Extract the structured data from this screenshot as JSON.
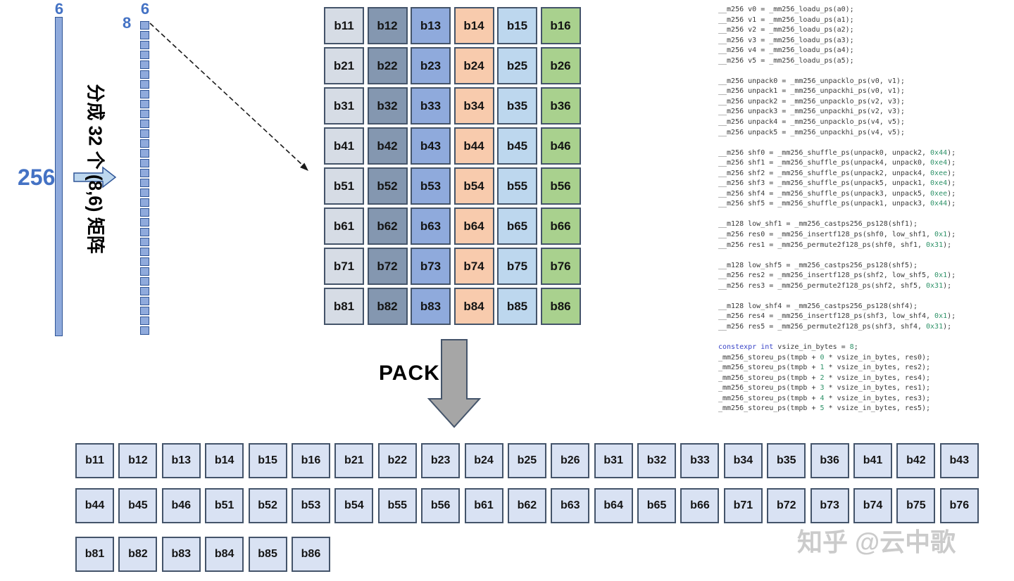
{
  "left_panel": {
    "bar_top_label": "6",
    "bar_side_label": "256",
    "split_caption": "分成 32 个 (8,6) 矩阵",
    "column_top_label": "6",
    "column_side_label": "8",
    "square_count": 32
  },
  "matrix": {
    "rows": 8,
    "cols": 6,
    "cells": [
      [
        "b11",
        "b12",
        "b13",
        "b14",
        "b15",
        "b16"
      ],
      [
        "b21",
        "b22",
        "b23",
        "b24",
        "b25",
        "b26"
      ],
      [
        "b31",
        "b32",
        "b33",
        "b34",
        "b35",
        "b36"
      ],
      [
        "b41",
        "b42",
        "b43",
        "b44",
        "b45",
        "b46"
      ],
      [
        "b51",
        "b52",
        "b53",
        "b54",
        "b55",
        "b56"
      ],
      [
        "b61",
        "b62",
        "b63",
        "b64",
        "b65",
        "b66"
      ],
      [
        "b71",
        "b72",
        "b73",
        "b74",
        "b75",
        "b76"
      ],
      [
        "b81",
        "b82",
        "b83",
        "b84",
        "b85",
        "b86"
      ]
    ]
  },
  "pack": {
    "label": "PACK"
  },
  "packed_rows": [
    [
      "b11",
      "b12",
      "b13",
      "b14",
      "b15",
      "b16",
      "b21",
      "b22",
      "b23",
      "b24",
      "b25",
      "b26",
      "b31",
      "b32",
      "b33",
      "b34",
      "b35",
      "b36",
      "b41",
      "b42",
      "b43"
    ],
    [
      "b44",
      "b45",
      "b46",
      "b51",
      "b52",
      "b53",
      "b54",
      "b55",
      "b56",
      "b61",
      "b62",
      "b63",
      "b64",
      "b65",
      "b66",
      "b71",
      "b72",
      "b73",
      "b74",
      "b75",
      "b76"
    ],
    [
      "b81",
      "b82",
      "b83",
      "b84",
      "b85",
      "b86"
    ]
  ],
  "watermark": "知乎 @云中歌",
  "colors": {
    "blue_label": "#4472c4",
    "bar_fill": "#8faadc",
    "bar_border": "#2f5597",
    "cell_border": "#44546a",
    "matrix_column_fills": [
      "#d6dce5",
      "#8497b0",
      "#8faadc",
      "#f8cbad",
      "#bdd7ee",
      "#a9d18e"
    ],
    "packed_fill": "#d9e2f3",
    "pack_arrow_fill": "#a6a6a6",
    "code_number_color": "#2e9268",
    "code_keyword_color": "#3944c7"
  },
  "code": {
    "lines": [
      [
        "__m256 v0 = _mm256_loadu_ps(a0);"
      ],
      [
        "__m256 v1 = _mm256_loadu_ps(a1);"
      ],
      [
        "__m256 v2 = _mm256_loadu_ps(a2);"
      ],
      [
        "__m256 v3 = _mm256_loadu_ps(a3);"
      ],
      [
        "__m256 v4 = _mm256_loadu_ps(a4);"
      ],
      [
        "__m256 v5 = _mm256_loadu_ps(a5);"
      ],
      [],
      [
        "__m256 unpack0 = _mm256_unpacklo_ps(v0, v1);"
      ],
      [
        "__m256 unpack1 = _mm256_unpackhi_ps(v0, v1);"
      ],
      [
        "__m256 unpack2 = _mm256_unpacklo_ps(v2, v3);"
      ],
      [
        "__m256 unpack3 = _mm256_unpackhi_ps(v2, v3);"
      ],
      [
        "__m256 unpack4 = _mm256_unpacklo_ps(v4, v5);"
      ],
      [
        "__m256 unpack5 = _mm256_unpackhi_ps(v4, v5);"
      ],
      [],
      [
        "__m256 shf0 = _mm256_shuffle_ps(unpack0, unpack2, ",
        [
          "0x44",
          "num"
        ],
        ");"
      ],
      [
        "__m256 shf1 = _mm256_shuffle_ps(unpack4, unpack0, ",
        [
          "0xe4",
          "num"
        ],
        ");"
      ],
      [
        "__m256 shf2 = _mm256_shuffle_ps(unpack2, unpack4, ",
        [
          "0xee",
          "num"
        ],
        ");"
      ],
      [
        "__m256 shf3 = _mm256_shuffle_ps(unpack5, unpack1, ",
        [
          "0xe4",
          "num"
        ],
        ");"
      ],
      [
        "__m256 shf4 = _mm256_shuffle_ps(unpack3, unpack5, ",
        [
          "0xee",
          "num"
        ],
        ");"
      ],
      [
        "__m256 shf5 = _mm256_shuffle_ps(unpack1, unpack3, ",
        [
          "0x44",
          "num"
        ],
        ");"
      ],
      [],
      [
        "__m128 low_shf1 = _mm256_castps256_ps128(shf1);"
      ],
      [
        "__m256 res0 = _mm256_insertf128_ps(shf0, low_shf1, ",
        [
          "0x1",
          "num"
        ],
        ");"
      ],
      [
        "__m256 res1 = _mm256_permute2f128_ps(shf0, shf1, ",
        [
          "0x31",
          "num"
        ],
        ");"
      ],
      [],
      [
        "__m128 low_shf5 = _mm256_castps256_ps128(shf5);"
      ],
      [
        "__m256 res2 = _mm256_insertf128_ps(shf2, low_shf5, ",
        [
          "0x1",
          "num"
        ],
        ");"
      ],
      [
        "__m256 res3 = _mm256_permute2f128_ps(shf2, shf5, ",
        [
          "0x31",
          "num"
        ],
        ");"
      ],
      [],
      [
        "__m128 low_shf4 = _mm256_castps256_ps128(shf4);"
      ],
      [
        "__m256 res4 = _mm256_insertf128_ps(shf3, low_shf4, ",
        [
          "0x1",
          "num"
        ],
        ");"
      ],
      [
        "__m256 res5 = _mm256_permute2f128_ps(shf3, shf4, ",
        [
          "0x31",
          "num"
        ],
        ");"
      ],
      [],
      [
        [
          "constexpr",
          "kw"
        ],
        " ",
        [
          "int",
          "kw"
        ],
        " vsize_in_bytes = ",
        [
          "8",
          "num"
        ],
        ";"
      ],
      [
        "_mm256_storeu_ps(tmpb + ",
        [
          "0",
          "num"
        ],
        " * vsize_in_bytes, res0);"
      ],
      [
        "_mm256_storeu_ps(tmpb + ",
        [
          "1",
          "num"
        ],
        " * vsize_in_bytes, res2);"
      ],
      [
        "_mm256_storeu_ps(tmpb + ",
        [
          "2",
          "num"
        ],
        " * vsize_in_bytes, res4);"
      ],
      [
        "_mm256_storeu_ps(tmpb + ",
        [
          "3",
          "num"
        ],
        " * vsize_in_bytes, res1);"
      ],
      [
        "_mm256_storeu_ps(tmpb + ",
        [
          "4",
          "num"
        ],
        " * vsize_in_bytes, res3);"
      ],
      [
        "_mm256_storeu_ps(tmpb + ",
        [
          "5",
          "num"
        ],
        " * vsize_in_bytes, res5);"
      ]
    ]
  }
}
